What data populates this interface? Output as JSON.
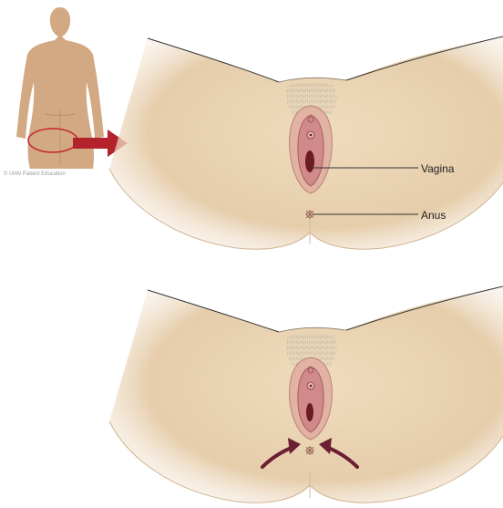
{
  "copyright": "© UHN Patient Education",
  "labels": {
    "vagina": "Vagina",
    "anus": "Anus"
  },
  "colors": {
    "skin": "#e8cfae",
    "skin_shadow": "#d7b994",
    "body_figure": "#d2a983",
    "labia_outer": "#d79a8f",
    "labia_inner": "#c9747a",
    "vagina_dark": "#6b1b22",
    "highlight_circle": "#c4262e",
    "direction_arrow": "#b4232b",
    "muscle_arrow": "#6a1f33",
    "pubic_hair": "#bfbfbf",
    "line": "#444444"
  },
  "icons": {
    "direction_arrow": "right-arrow-icon",
    "muscle_arrows": "curved-up-arrow-icon"
  }
}
